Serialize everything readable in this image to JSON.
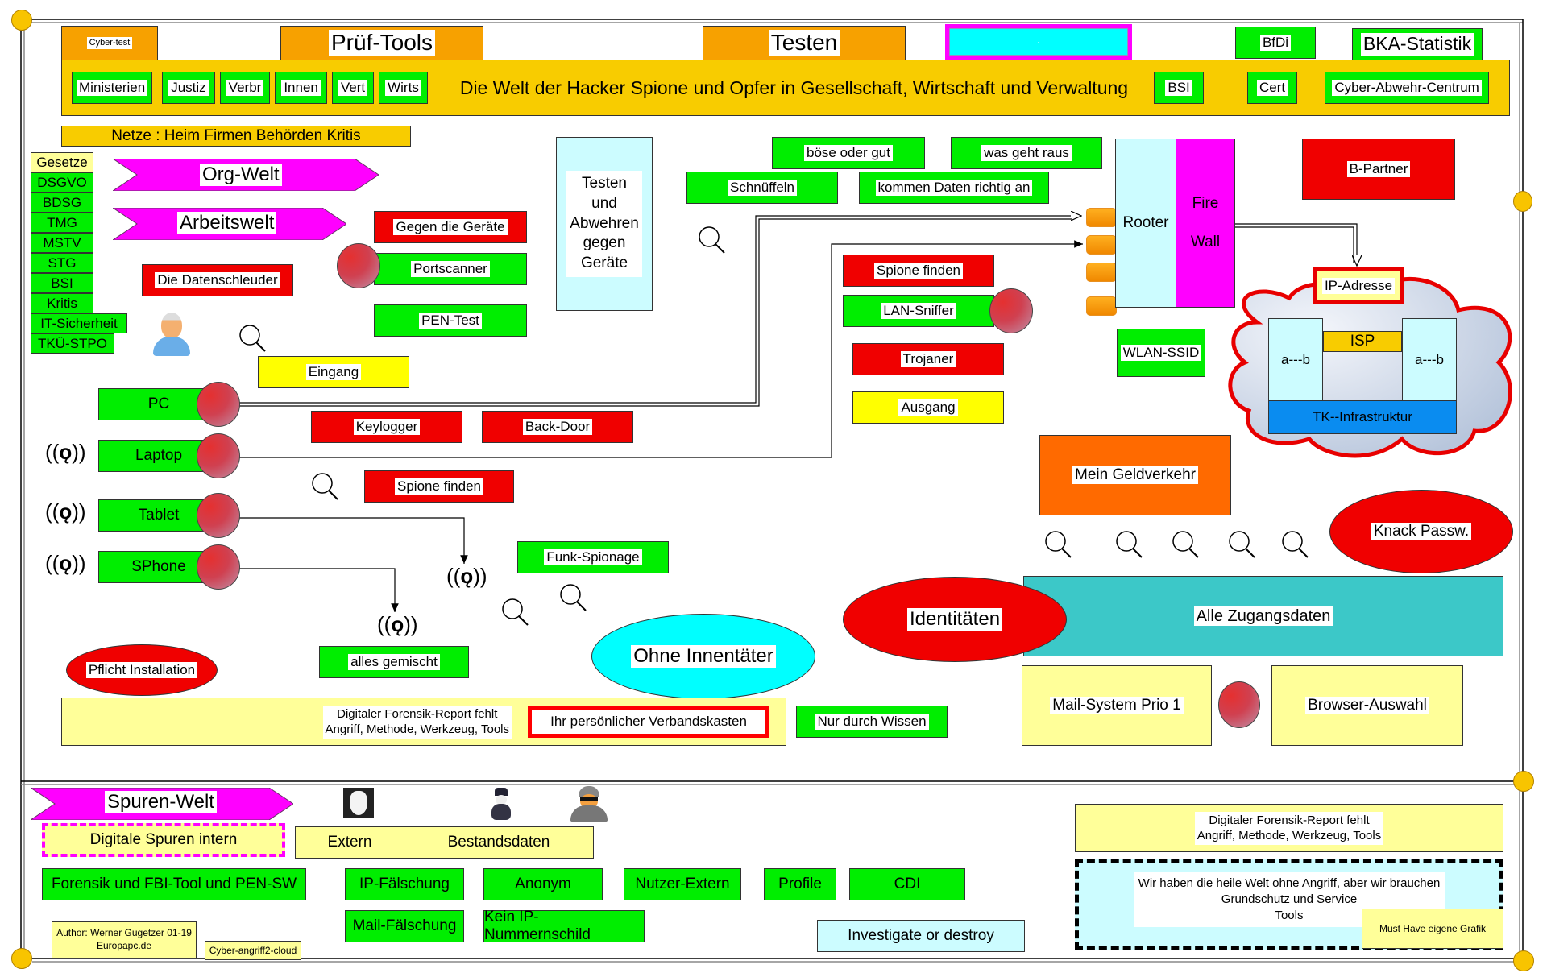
{
  "header": {
    "cyber_test": "Cyber-test",
    "pruef_tools": "Prüf-Tools",
    "testen": "Testen",
    "cyan_box": "·",
    "bfdi": "BfDi",
    "bka": "BKA-Statistik",
    "banner": "Die Welt der Hacker Spione und Opfer in Gesellschaft, Wirtschaft und Verwaltung",
    "left_tags": [
      "Ministerien",
      "Justiz",
      "Verbr",
      "Innen",
      "Vert",
      "Wirts"
    ],
    "right_tags": [
      "BSI",
      "Cert",
      "Cyber-Abwehr-Centrum"
    ],
    "netze": "Netze : Heim Firmen Behörden Kritis"
  },
  "laws": {
    "title": "Gesetze",
    "items": [
      "DSGVO",
      "BDSG",
      "TMG",
      "MSTV",
      "STG",
      "BSI",
      "Kritis",
      "IT-Sicherheit",
      "TKÜ-STPO"
    ]
  },
  "arrows": {
    "org_welt": "Org-Welt",
    "arbeitswelt": "Arbeitswelt",
    "spuren_welt": "Spuren-Welt"
  },
  "top_mid": {
    "gegen_geraete": "Gegen die Geräte",
    "portscanner": "Portscanner",
    "pen_test": "PEN-Test",
    "datenschleuder": "Die Datenschleuder",
    "eingang": "Eingang",
    "testen_abwehren": [
      "Testen",
      "und",
      "Abwehren",
      "gegen",
      "Geräte"
    ],
    "boese_gut": "böse oder gut",
    "was_geht_raus": "was geht raus",
    "schnueffeln": "Schnüffeln",
    "kommen_daten": "kommen Daten richtig an",
    "spione_finden_1": "Spione finden",
    "lan_sniffer": "LAN-Sniffer",
    "trojaner": "Trojaner",
    "ausgang": "Ausgang"
  },
  "network": {
    "rooter": "Rooter",
    "fire": "Fire",
    "wall": "Wall",
    "wlan": "WLAN-SSID",
    "b_partner": "B-Partner",
    "ip_adresse": "IP-Adresse",
    "isp": "ISP",
    "ab_left": "a---b",
    "ab_right": "a---b",
    "tk": "TK--Infrastruktur"
  },
  "devices": [
    "PC",
    "Laptop",
    "Tablet",
    "SPhone"
  ],
  "attacks": {
    "keylogger": "Keylogger",
    "backdoor": "Back-Door",
    "spione_finden_2": "Spione finden",
    "funk": "Funk-Spionage",
    "alles": "alles gemischt",
    "pflicht": "Pflicht Installation",
    "ohne": "Ohne Innentäter",
    "identitaeten": "Identitäten",
    "geldverkehr": "Mein Geldverkehr",
    "knack": "Knack Passw.",
    "zugangsdaten": "Alle Zugangsdaten",
    "mail_system": "Mail-System Prio 1",
    "browser": "Browser-Auswahl",
    "forensik_1": [
      "Digitaler Forensik-Report fehlt",
      "Angriff, Methode, Werkzeug, Tools"
    ],
    "verbandskasten": "Ihr persönlicher Verbandskasten",
    "nur_wissen": "Nur durch Wissen"
  },
  "spuren": {
    "intern": "Digitale Spuren intern",
    "extern": "Extern",
    "bestandsdaten": "Bestandsdaten",
    "forensik_tool": "Forensik und FBI-Tool und PEN-SW",
    "ip_faelschung": "IP-Fälschung",
    "anonym": "Anonym",
    "nutzer_extern": "Nutzer-Extern",
    "profile": "Profile",
    "cdi": "CDI",
    "mail_faelschung": "Mail-Fälschung",
    "kein_ip": "Kein IP-Nummernschild",
    "investigate": "Investigate or destroy",
    "author": [
      "Author: Werner Gugetzer  01-19",
      "Europapc.de"
    ],
    "cloud_file": "Cyber-angriff2-cloud",
    "forensik_2": [
      "Digitaler Forensik-Report fehlt",
      "Angriff, Methode, Werkzeug, Tools"
    ],
    "heile_welt": [
      "Wir haben die heile Welt ohne Angriff, aber wir brauchen",
      "Grundschutz und Service",
      "Tools"
    ],
    "must_have": "Must Have  eigene Grafik"
  },
  "colors": {
    "green": "#00ee00",
    "red": "#f00000",
    "yellow": "#ffff00",
    "orange": "#f7a100",
    "gold": "#f8cc00",
    "magenta": "#ff00ff",
    "cyan": "#00ffff",
    "teal": "#3cc8c8",
    "light_yellow": "#ffff99",
    "light_cyan": "#ccfcff",
    "blue": "#0a8cf0",
    "dark_orange": "#ff6a00"
  }
}
